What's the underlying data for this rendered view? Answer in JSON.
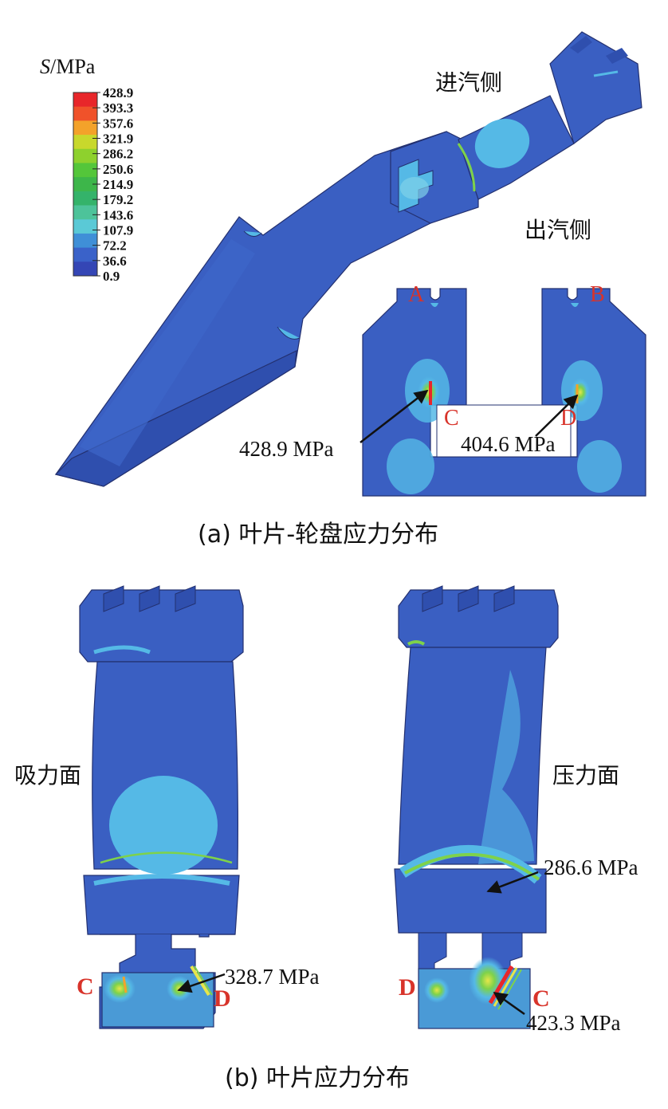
{
  "legend": {
    "title_italic": "S",
    "title_rest": "/MPa",
    "ticks": [
      "428.9",
      "393.3",
      "357.6",
      "321.9",
      "286.2",
      "250.6",
      "214.9",
      "179.2",
      "143.6",
      "107.9",
      "72.2",
      "36.6",
      "0.9"
    ],
    "colors": [
      "#e8262a",
      "#f0522a",
      "#f3a22a",
      "#c8d82c",
      "#8ed12d",
      "#54c63a",
      "#3db64a",
      "#34b36a",
      "#4dc39a",
      "#5ac9d6",
      "#3f8fd7",
      "#3a62c9",
      "#3446b5"
    ]
  },
  "panel_a": {
    "side_in": "进汽侧",
    "side_out": "出汽侧",
    "points": {
      "a": "A",
      "b": "B",
      "c": "C",
      "d": "D"
    },
    "value_c": "428.9 MPa",
    "value_d": "404.6 MPa",
    "caption": "(a) 叶片-轮盘应力分布"
  },
  "panel_b": {
    "suction_label": "吸力面",
    "pressure_label": "压力面",
    "left_points": {
      "c": "C",
      "d": "D"
    },
    "right_points": {
      "d": "D",
      "c": "C"
    },
    "value_left": "328.7 MPa",
    "value_top_right": "286.6 MPa",
    "value_bottom_right": "423.3 MPa",
    "caption": "(b) 叶片应力分布"
  },
  "colors": {
    "base_blue": "#3a5fc2",
    "dark_blue": "#2f4fae",
    "light_blue": "#55b9e6",
    "cyan": "#7fd1e8",
    "green": "#7ed24a",
    "yellow": "#e6e64a",
    "red": "#e8262a"
  }
}
